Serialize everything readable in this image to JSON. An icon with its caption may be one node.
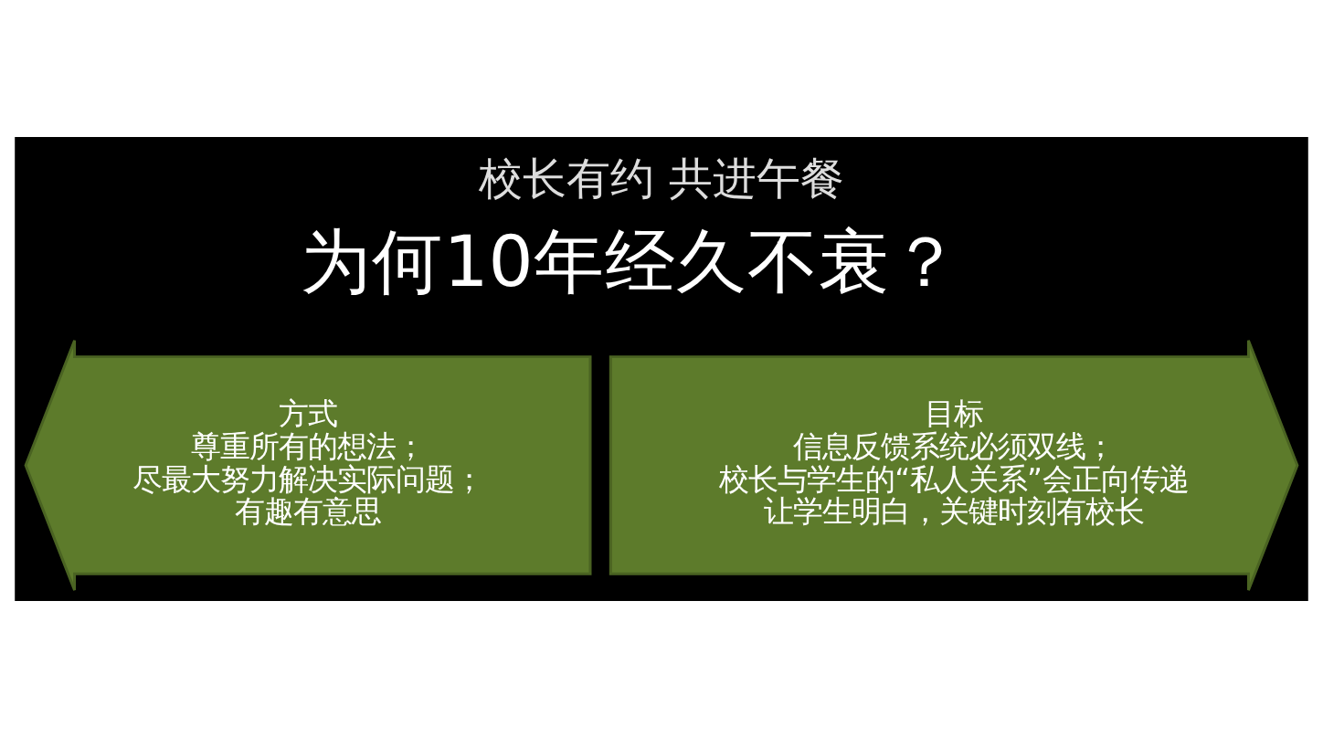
{
  "diagram": {
    "title": "校长有约 共进午餐",
    "nodes": [
      {
        "text": [
          "方式",
          "尊重所有的想法；",
          "尽最大努力解决实际问题；",
          "有趣有意思"
        ]
      },
      {
        "text": [
          "目标",
          "信息反馈系统必须双线；",
          "校长与学生的“私人关系”会正向传递",
          "让学生明白，关键时刻有校长"
        ]
      }
    ],
    "labels": [
      "为何10年经久不衰？"
    ]
  }
}
